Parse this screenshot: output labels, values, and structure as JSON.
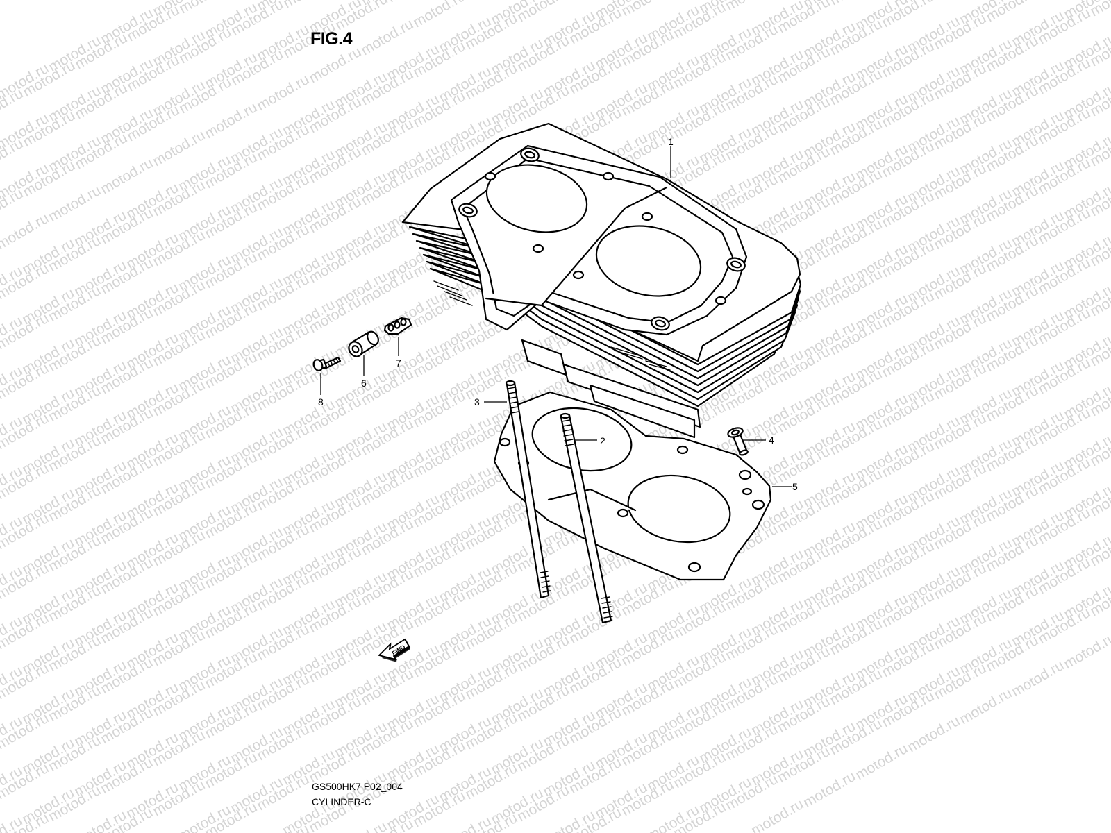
{
  "figure": {
    "title": "FIG.4"
  },
  "footer": {
    "code": "GS500HK7 P02_004",
    "name": "CYLINDER-C"
  },
  "watermark": {
    "text": "motod.ru"
  },
  "fwd": {
    "label": "FWD"
  },
  "callouts": [
    {
      "number": "1",
      "part": "cylinder"
    },
    {
      "number": "2",
      "part": "stud-long"
    },
    {
      "number": "3",
      "part": "stud-short"
    },
    {
      "number": "4",
      "part": "dowel-pin"
    },
    {
      "number": "5",
      "part": "cylinder-base-gasket"
    },
    {
      "number": "6",
      "part": "spacer"
    },
    {
      "number": "7",
      "part": "o-ring"
    },
    {
      "number": "8",
      "part": "bolt"
    }
  ]
}
